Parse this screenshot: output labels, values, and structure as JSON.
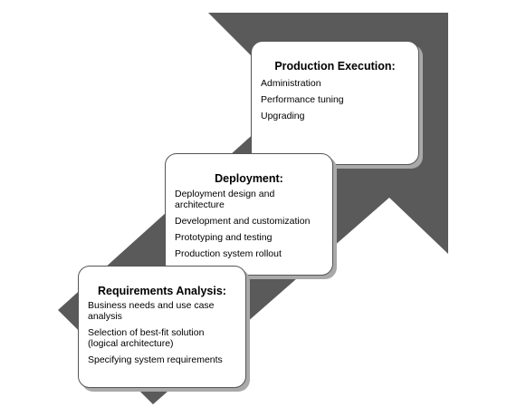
{
  "stages": [
    {
      "title": "Production Execution:",
      "items": [
        "Administration",
        "Performance tuning",
        "Upgrading"
      ]
    },
    {
      "title": "Deployment:",
      "items": [
        "Deployment design and architecture",
        "Development and customization",
        "Prototyping and testing",
        "Production system rollout"
      ]
    },
    {
      "title": "Requirements Analysis:",
      "items": [
        "Business needs and use case analysis",
        "Selection of best-fit solution (logical architecture)",
        "Specifying system requirements"
      ]
    }
  ],
  "colors": {
    "arrow": "#5a5a5a",
    "card_shadow": "#a9a9a9",
    "card_border": "#555555"
  }
}
